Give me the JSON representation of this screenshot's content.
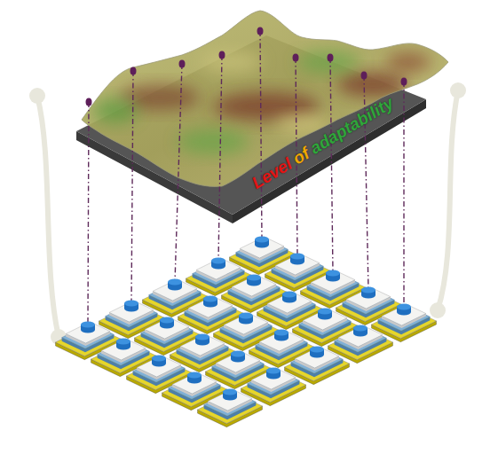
{
  "diagram": {
    "labels": [
      "Level",
      "of",
      "adaptability"
    ]
  }
}
